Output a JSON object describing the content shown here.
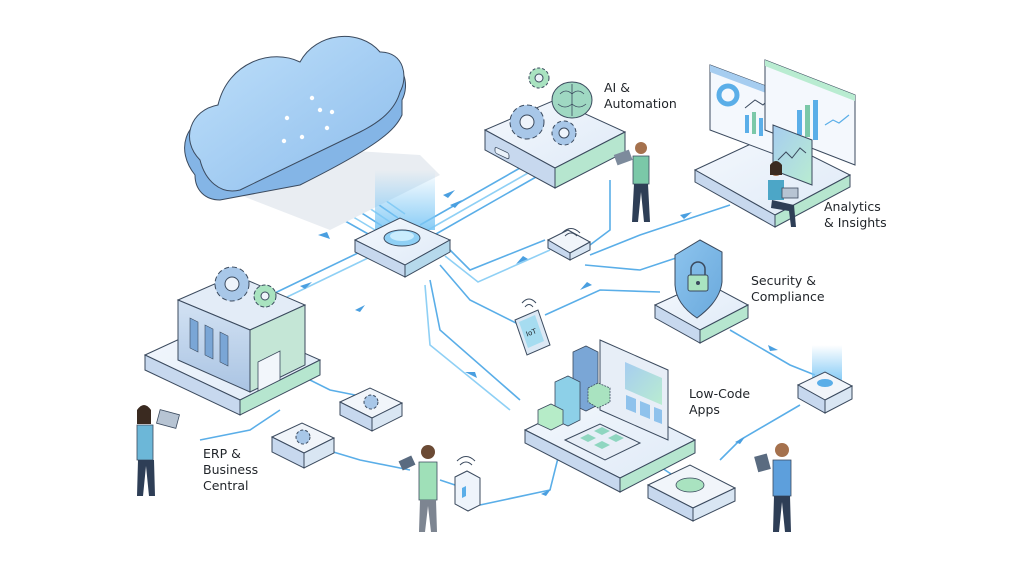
{
  "diagram": {
    "title": "Connected Business Platform",
    "colors": {
      "link": "#5aaee8",
      "link_light": "#9fd3f5",
      "platform_top": "#eef4fb",
      "platform_side": "#c7d8ee",
      "cloud": "#9fc8f0",
      "cloud_side": "#7fb0e3",
      "accent_green": "#a9e3c0",
      "outline": "#3b4a5e",
      "text": "#1f2328"
    },
    "nodes": [
      {
        "id": "cloud",
        "label": [],
        "icon": "cloud-icon"
      },
      {
        "id": "hub",
        "label": [],
        "icon": "hub-icon"
      },
      {
        "id": "ai",
        "label": [
          "AI &",
          "Automation"
        ],
        "icon": "gears-brain-icon"
      },
      {
        "id": "analytics",
        "label": [
          "Analytics",
          "& Insights"
        ],
        "icon": "dashboard-icon"
      },
      {
        "id": "security",
        "label": [
          "Security &",
          "Compliance"
        ],
        "icon": "shield-lock-icon"
      },
      {
        "id": "lowcode",
        "label": [
          "Low-Code",
          "Apps"
        ],
        "icon": "app-builder-icon"
      },
      {
        "id": "erp",
        "label": [
          "ERP &",
          "Business",
          "Central"
        ],
        "icon": "building-gears-icon"
      },
      {
        "id": "iot",
        "label": [
          "IoT"
        ],
        "icon": "iot-device-icon"
      },
      {
        "id": "router",
        "label": [],
        "icon": "wifi-router-icon"
      },
      {
        "id": "gateway",
        "label": [],
        "icon": "beacon-icon"
      }
    ],
    "labels": {
      "ai": [
        "AI &",
        "Automation"
      ],
      "analytics": [
        "Analytics",
        "& Insights"
      ],
      "security": [
        "Security &",
        "Compliance"
      ],
      "lowcode": [
        "Low-Code",
        "Apps"
      ],
      "erp": [
        "ERP &",
        "Business",
        "Central"
      ],
      "iot": "IoT"
    }
  }
}
